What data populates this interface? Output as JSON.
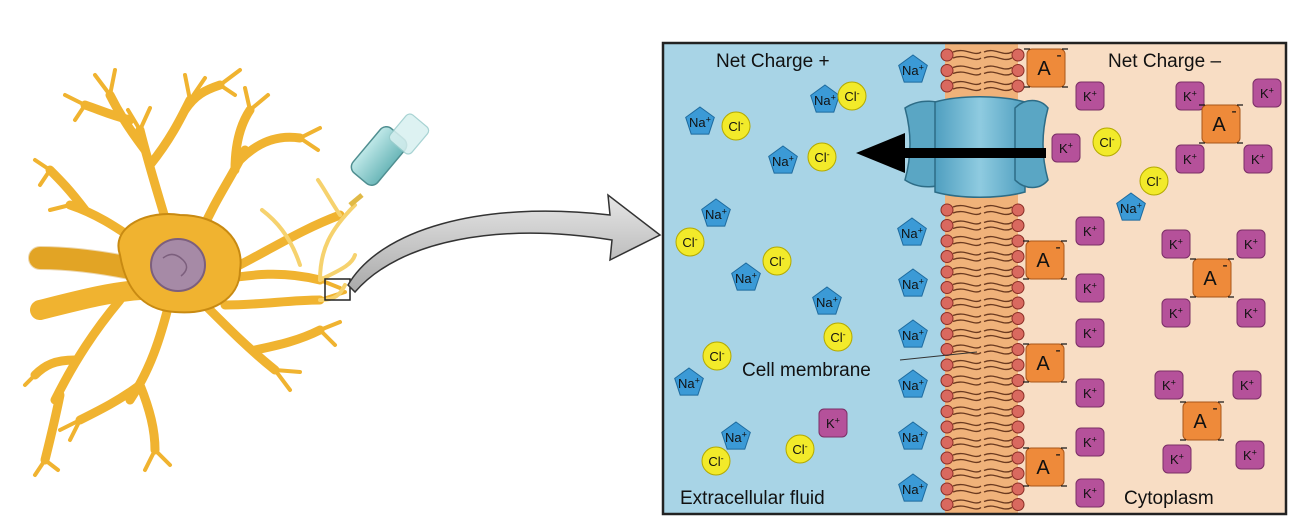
{
  "labels": {
    "net_positive": "Net Charge +",
    "net_negative": "Net Charge –",
    "cell_membrane": "Cell membrane",
    "extracellular": "Extracellular fluid",
    "cytoplasm": "Cytoplasm"
  },
  "ions": {
    "sodium": {
      "symbol": "Na",
      "charge": "+"
    },
    "chloride": {
      "symbol": "Cl",
      "charge": "-"
    },
    "potassium": {
      "symbol": "K",
      "charge": "+"
    },
    "anion": {
      "symbol": "A",
      "charge": "-"
    }
  },
  "colors": {
    "extracellular_fluid": "#a8d4e6",
    "cytoplasm": "#f8ddc4",
    "membrane_core": "#f0b27a",
    "phospholipid_head": "#d9695f",
    "sodium": "#3b9ad6",
    "chloride": "#f2ea2a",
    "potassium": "#b5519a",
    "anion": "#ee8a3a",
    "channel": "#6fb5cf",
    "neuron": "#f0b330",
    "nucleus": "#a68aa6"
  },
  "icons": [
    "neuron-illustration",
    "electrode-icon",
    "zoom-arrow-icon",
    "ion-channel-icon",
    "flow-arrow-icon"
  ]
}
